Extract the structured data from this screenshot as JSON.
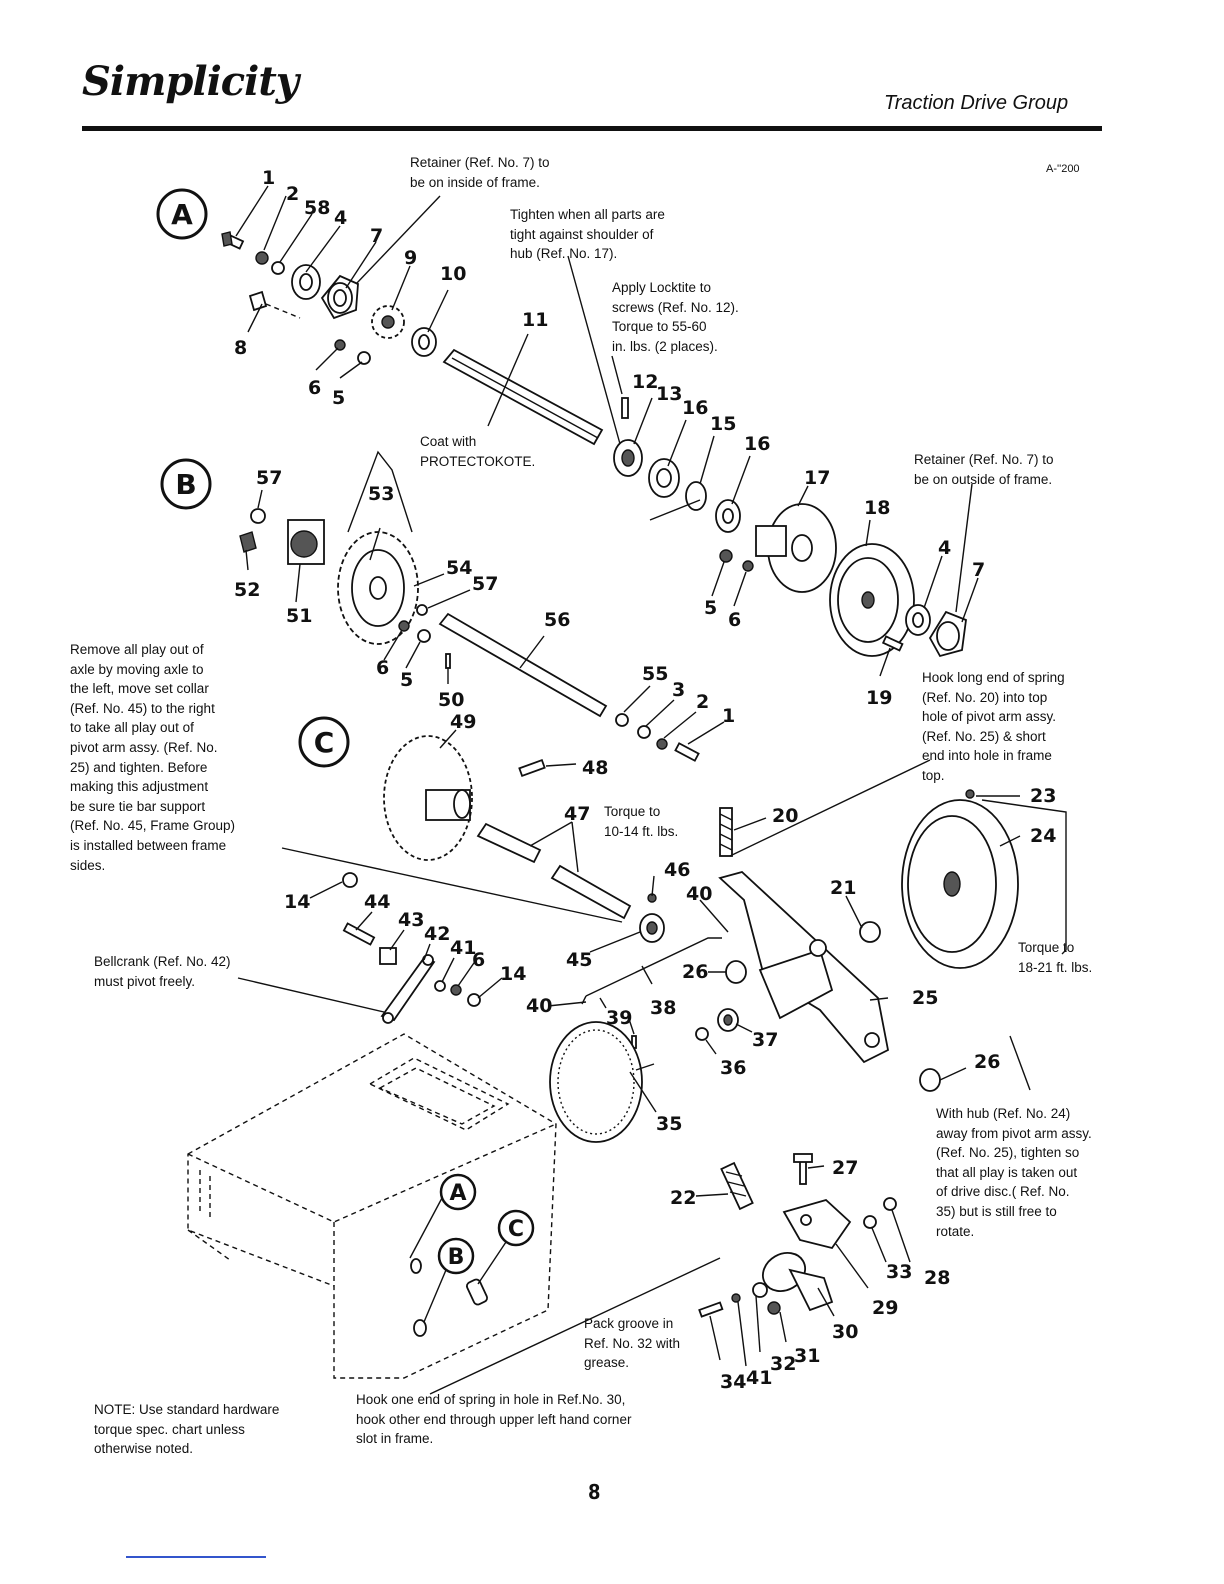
{
  "header": {
    "brand": "Simplicity",
    "section_title": "Traction Drive Group",
    "drawing_ref": "A-''200"
  },
  "group_labels": [
    "A",
    "B",
    "C"
  ],
  "callouts": [
    "1",
    "2",
    "58",
    "4",
    "7",
    "9",
    "10",
    "11",
    "8",
    "6",
    "5",
    "12",
    "13",
    "16",
    "15",
    "16",
    "17",
    "18",
    "4",
    "7",
    "5",
    "6",
    "19",
    "57",
    "53",
    "52",
    "51",
    "54",
    "57",
    "56",
    "6",
    "5",
    "50",
    "55",
    "3",
    "2",
    "1",
    "49",
    "48",
    "47",
    "20",
    "23",
    "24",
    "46",
    "14",
    "44",
    "43",
    "42",
    "41",
    "6",
    "14",
    "45",
    "40",
    "21",
    "26",
    "25",
    "40",
    "39",
    "38",
    "37",
    "36",
    "26",
    "35",
    "27",
    "22",
    "33",
    "28",
    "29",
    "30",
    "31",
    "32",
    "34",
    "41"
  ],
  "notes": {
    "retainer_inside": "Retainer (Ref. No. 7) to\nbe on inside of frame.",
    "tighten_hub": "Tighten when all parts are\ntight against shoulder of\nhub (Ref. No. 17).",
    "locktite": "Apply Locktite to\nscrews (Ref. No. 12).\nTorque to 55-60\nin. lbs. (2 places).",
    "coat": "Coat with\nPROTECTOKOTE.",
    "retainer_outside": "Retainer (Ref. No. 7) to\nbe on outside of frame.",
    "remove_play": "Remove all play out of\naxle by moving axle to\nthe left, move set collar\n(Ref. No. 45) to the right\nto take all play out of\npivot arm assy. (Ref. No.\n25) and tighten. Before\nmaking this adjustment\nbe sure tie bar support\n(Ref. No. 45, Frame Group)\nis installed between frame\nsides.",
    "hook_spring": "Hook long end of spring\n(Ref. No. 20) into top\nhole of pivot arm assy.\n(Ref. No. 25) & short\nend into hole in frame\ntop.",
    "torque_10_14": "Torque to\n10-14 ft. lbs.",
    "torque_18_21": "Torque to\n18-21 ft. lbs.",
    "bellcrank": "Bellcrank (Ref. No. 42)\nmust pivot freely.",
    "with_hub": "With hub (Ref. No. 24)\naway from pivot arm assy.\n(Ref. No. 25), tighten so\nthat all play is taken out\nof drive disc.( Ref. No.\n35) but is still free to\nrotate.",
    "pack_groove": "Pack groove in\nRef. No. 32 with\ngrease.",
    "hook_one_end": "Hook one end of spring in hole in Ref.No. 30,\nhook other end through upper left hand corner\nslot in frame.",
    "standard_hardware": "NOTE: Use standard hardware\ntorque spec. chart unless\notherwise noted."
  },
  "page_number": "8"
}
